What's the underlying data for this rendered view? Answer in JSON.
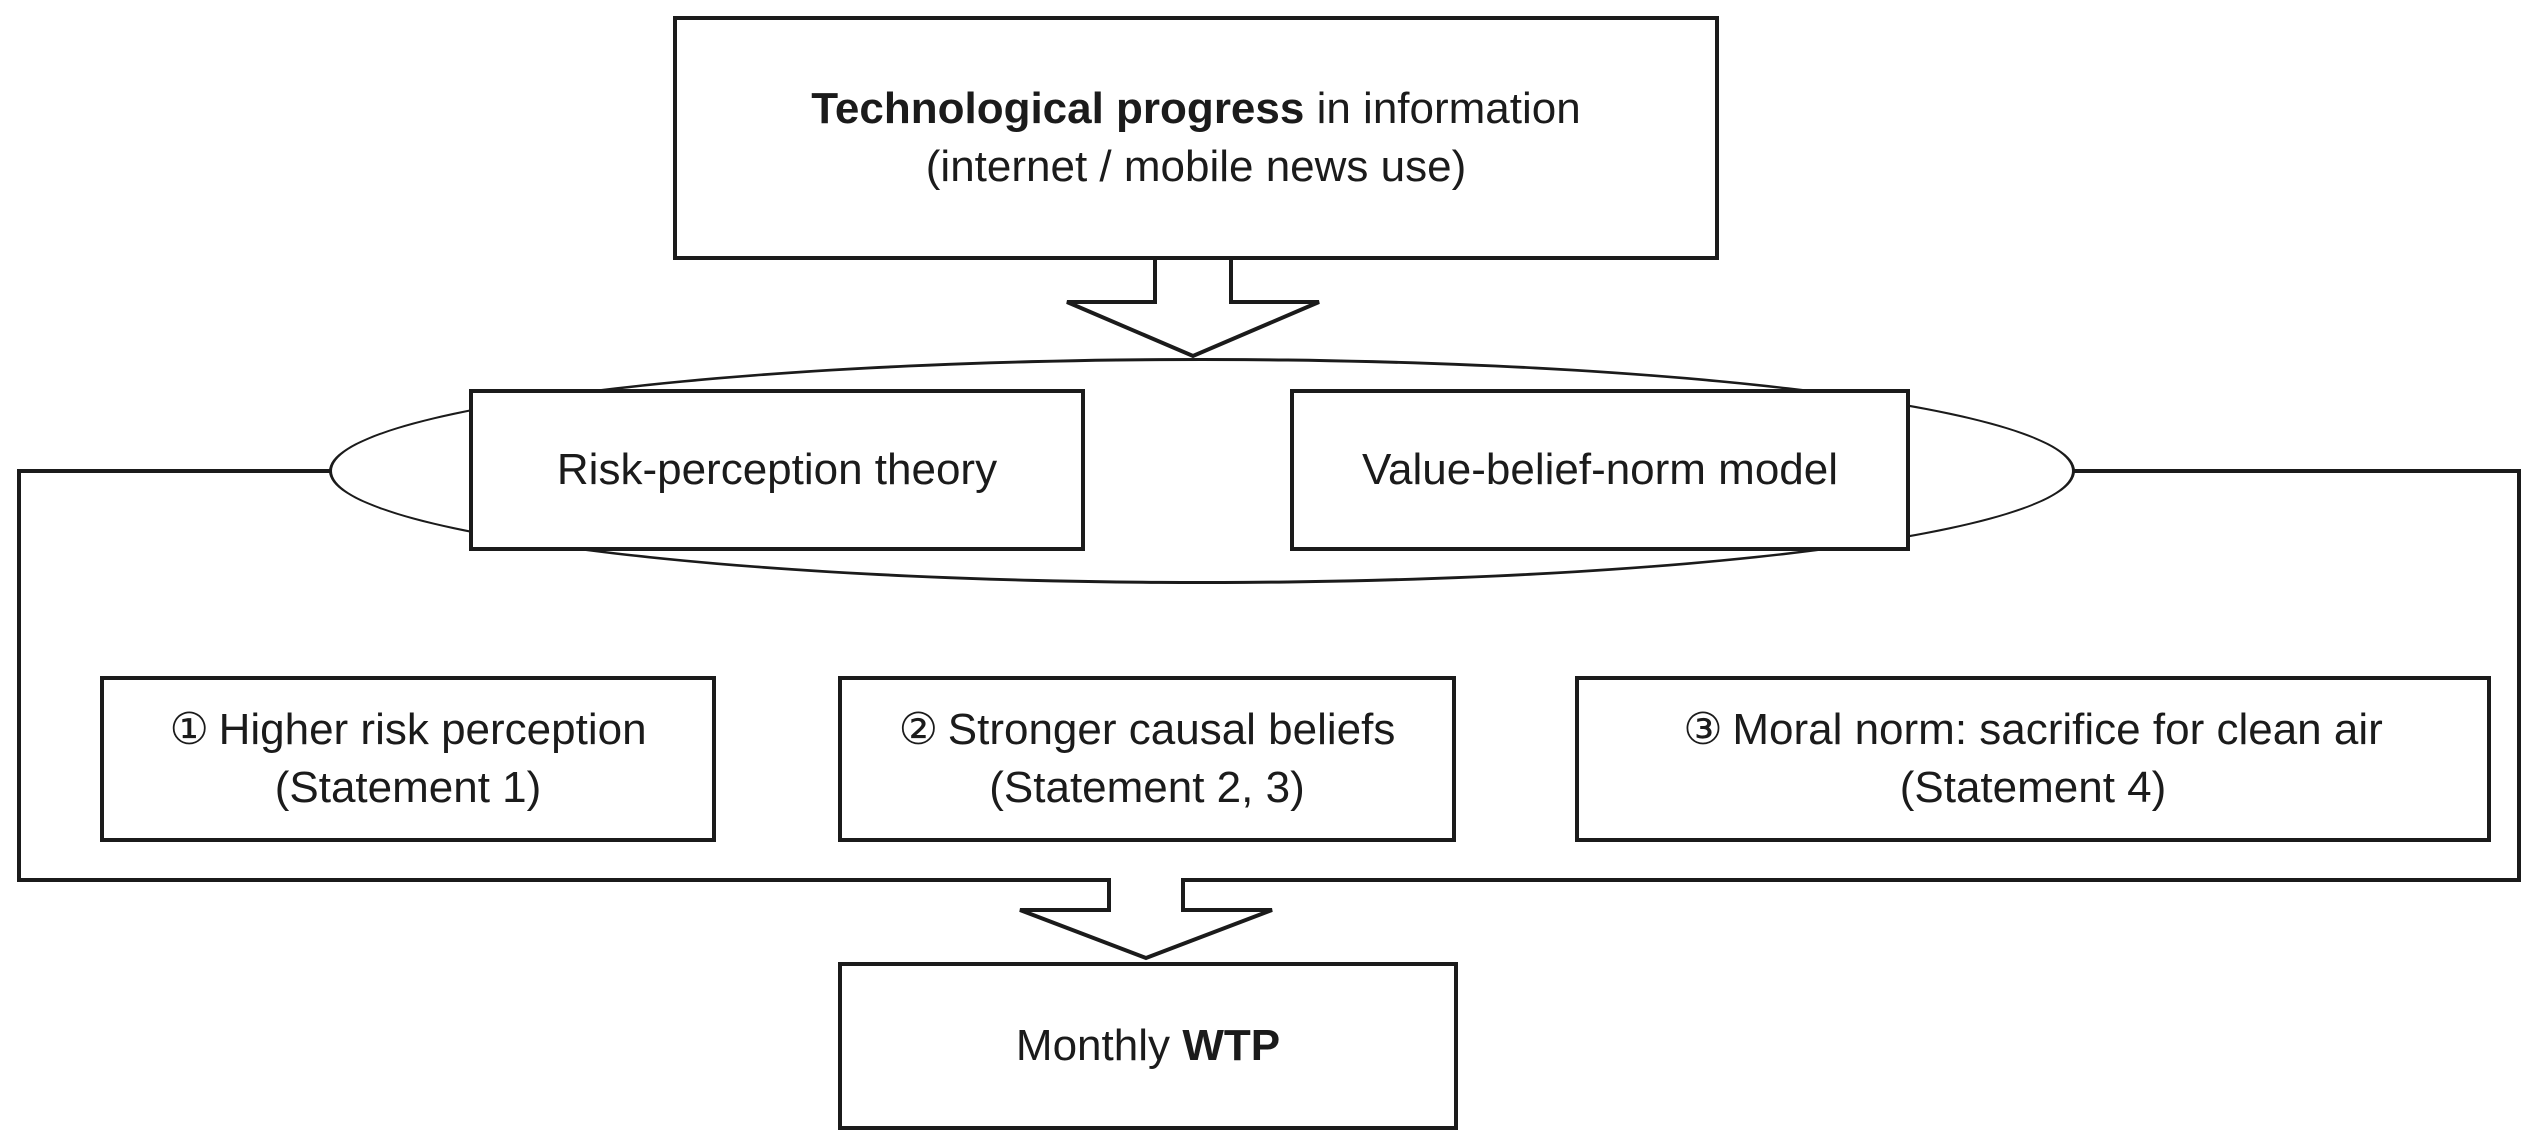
{
  "diagram": {
    "top_box": {
      "bold_text": "Technological progress",
      "rest_text": " in information",
      "line2": "(internet / mobile news use)"
    },
    "theories": {
      "left": "Risk-perception theory",
      "right": "Value-belief-norm model"
    },
    "statements": [
      {
        "number": "①",
        "text": "Higher risk perception",
        "note": "(Statement 1)"
      },
      {
        "number": "②",
        "text": "Stronger causal beliefs",
        "note": "(Statement 2, 3)"
      },
      {
        "number": "③",
        "text": "Moral norm: sacrifice for clean air",
        "note": "(Statement 4)"
      }
    ],
    "outcome_box": {
      "prefix": "Monthly",
      "bold": "WTP"
    }
  },
  "colors": {
    "line": "#1b1b1b",
    "background": "#ffffff"
  }
}
